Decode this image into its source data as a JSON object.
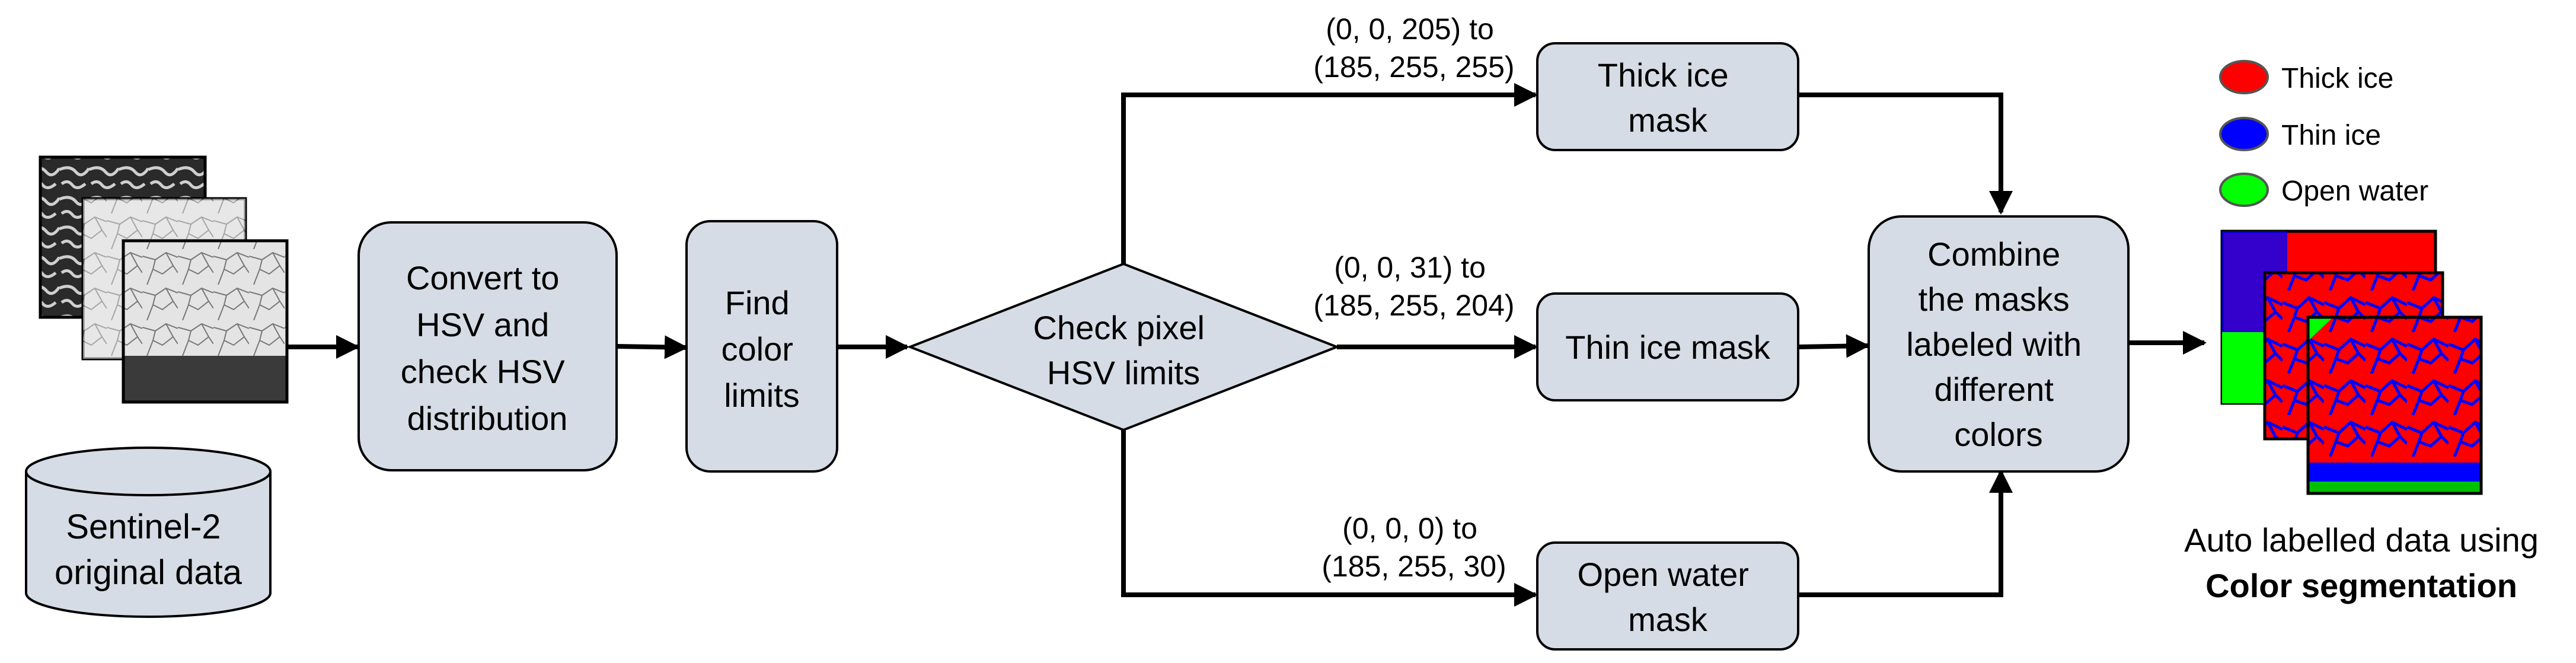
{
  "boxes": {
    "convert": [
      "Convert to",
      "HSV and",
      "check HSV",
      "distribution"
    ],
    "find": [
      "Find",
      "color",
      "limits"
    ],
    "check": [
      "Check pixel",
      "HSV limits"
    ],
    "thick": [
      "Thick ice",
      "mask"
    ],
    "thin": [
      "Thin ice mask"
    ],
    "open": [
      "Open water",
      "mask"
    ],
    "combine": [
      "Combine",
      "the masks",
      "labeled with",
      "different",
      "colors"
    ],
    "sentinel": [
      "Sentinel-2",
      "original data"
    ]
  },
  "ranges": {
    "thick": [
      "(0, 0, 205) to",
      "(185, 255, 255)"
    ],
    "thin": [
      "(0, 0, 31) to",
      "(185, 255, 204)"
    ],
    "open": [
      "(0, 0, 0) to",
      "(185, 255, 30)"
    ]
  },
  "legend": [
    {
      "label": "Thick ice",
      "color": "#ff0000"
    },
    {
      "label": "Thin ice",
      "color": "#0000ff"
    },
    {
      "label": "Open water",
      "color": "#00ff00"
    }
  ],
  "output": {
    "caption": "Auto labelled data using",
    "caption_bold": "Color segmentation"
  },
  "colors": {
    "box_fill": "#d6dce5",
    "stroke": "#000000"
  }
}
